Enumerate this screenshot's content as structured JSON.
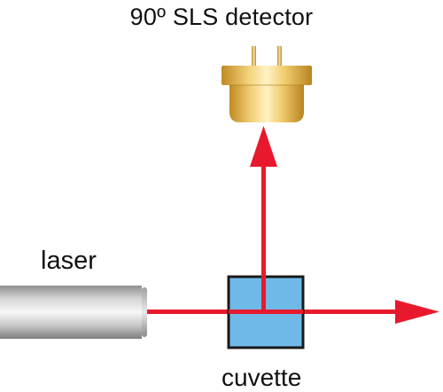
{
  "labels": {
    "detector": "90º SLS detector",
    "laser": "laser",
    "cuvette": "cuvette"
  },
  "colors": {
    "beam": "#e8192c",
    "cuvette_fill": "#6fb9e8",
    "cuvette_stroke": "#1a1a1a",
    "laser_light": "#f4f4f4",
    "laser_dark": "#8e8e8e",
    "detector_light": "#fbe7a3",
    "detector_dark": "#c9962c"
  }
}
